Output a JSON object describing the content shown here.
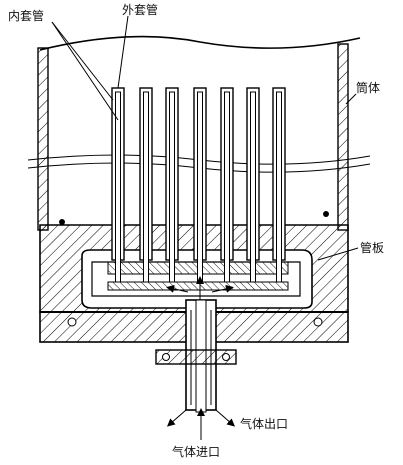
{
  "labels": {
    "inner_tube": "内套管",
    "outer_tube": "外套管",
    "shell": "筒体",
    "tube_sheet": "管板",
    "gas_outlet": "气体出口",
    "gas_inlet": "气体进口"
  },
  "colors": {
    "ink": "#000000",
    "paper": "#ffffff"
  }
}
